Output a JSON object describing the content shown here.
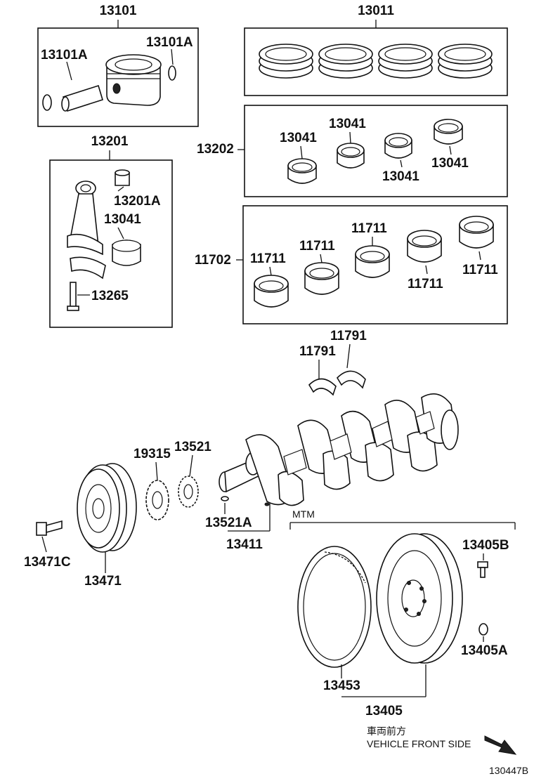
{
  "labels": {
    "p13101": "13101",
    "p13101a_left": "13101A",
    "p13101a_right": "13101A",
    "p13011": "13011",
    "p13201": "13201",
    "p13201a": "13201A",
    "p13041_rod": "13041",
    "p13265": "13265",
    "p13202": "13202",
    "p13041_a": "13041",
    "p13041_b": "13041",
    "p13041_c": "13041",
    "p13041_d": "13041",
    "p11702": "11702",
    "p11711_a": "11711",
    "p11711_b": "11711",
    "p11711_c": "11711",
    "p11711_d": "11711",
    "p11711_e": "11711",
    "p11791_a": "11791",
    "p11791_b": "11791",
    "p19315": "19315",
    "p13521": "13521",
    "p13521a": "13521A",
    "p13411": "13411",
    "p13471c": "13471C",
    "p13471": "13471",
    "mtm": "MTM",
    "p13405b": "13405B",
    "p13405a": "13405A",
    "p13453": "13453",
    "p13405": "13405"
  },
  "footer": {
    "direction_jp": "車両前方",
    "direction_en": "VEHICLE FRONT SIDE",
    "figure_code": "130447B"
  },
  "icons": [
    "front-direction-arrow-icon"
  ]
}
